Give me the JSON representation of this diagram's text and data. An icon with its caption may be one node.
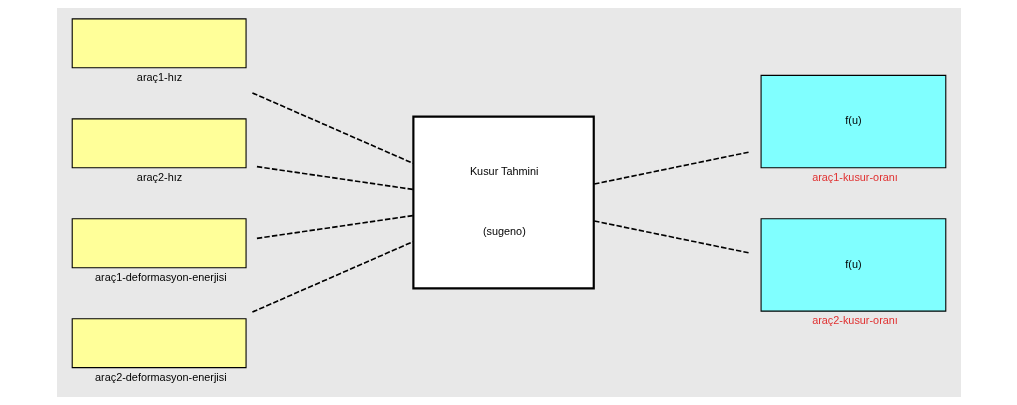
{
  "diagram": {
    "nodes": [
      {
        "text": [
          "araç1-hız"
        ]
      },
      {
        "text": [
          "araç2-hız"
        ]
      },
      {
        "text": [
          "araç1-deformasyon-enerjisi"
        ]
      },
      {
        "text": [
          "araç2-deformasyon-enerjisi"
        ]
      },
      {
        "text": [
          "Kusur Tahmini",
          "(sugeno)"
        ]
      },
      {
        "text": [
          "f(u)",
          "araç1-kusur-oranı"
        ]
      },
      {
        "text": [
          "f(u)",
          "araç2-kusur-oranı"
        ]
      }
    ],
    "edges": [
      {
        "from": 0,
        "to": 4,
        "arrow": "none",
        "style": "dashed"
      },
      {
        "from": 1,
        "to": 4,
        "arrow": "none",
        "style": "dashed"
      },
      {
        "from": 2,
        "to": 4,
        "arrow": "none",
        "style": "dashed"
      },
      {
        "from": 3,
        "to": 4,
        "arrow": "none",
        "style": "dashed"
      },
      {
        "from": 4,
        "to": 5,
        "arrow": "none",
        "style": "dashed"
      },
      {
        "from": 4,
        "to": 6,
        "arrow": "none",
        "style": "dashed"
      }
    ]
  }
}
